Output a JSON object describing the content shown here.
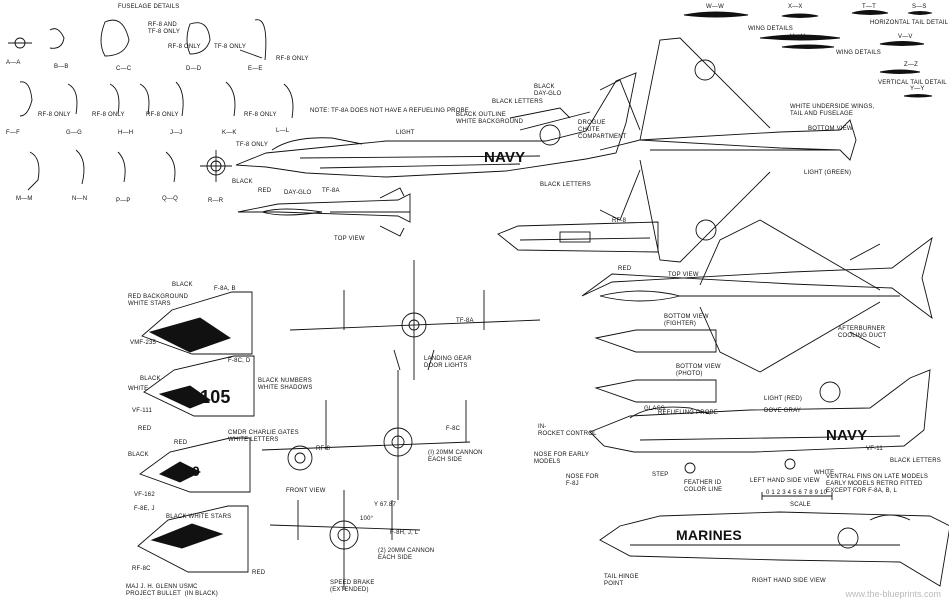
{
  "labels": {
    "fuselage_details": "FUSELAGE DETAILS",
    "sec_aa": "A—A",
    "sec_bb": "B—B",
    "sec_cc": "C—C",
    "sec_dd": "D—D",
    "sec_ee": "E—E",
    "sec_ff": "F—F",
    "sec_gg": "G—G",
    "sec_hh": "H—H",
    "sec_jj": "J—J",
    "sec_kk": "K—K",
    "sec_ll": "L—L",
    "sec_mm": "M—M",
    "sec_nn": "N—N",
    "sec_pp": "P—P",
    "sec_qq": "Q—Q",
    "sec_rr": "R—R",
    "rf8_and_tf8": "RF-8 AND\nTF-8 ONLY",
    "tf8_only": "TF-8 ONLY",
    "rf8_only": "RF-8 ONLY",
    "rf8_only_2": "RF-8 ONLY",
    "rf8_only_3": "RF-8 ONLY",
    "rf8_only_4": "RF-8 ONLY",
    "rf8_only_5": "RF-8 ONLY",
    "rf8_only_6": "RF-8 ONLY",
    "tf8_only_2": "TF-8 ONLY",
    "ww": "W—W",
    "xx": "X—X",
    "tt": "T—T",
    "ss": "S—S",
    "uu": "U—U",
    "vv": "V—V",
    "zz": "Z—Z",
    "yy": "Y—Y",
    "horizontal_tail_detail": "HORIZONTAL TAIL DETAIL",
    "wing_details": "WING DETAILS",
    "wing_details_2": "WING DETAILS",
    "vertical_tail_detail": "VERTICAL TAIL DETAIL",
    "note": "NOTE:  TF-8A DOES NOT HAVE A REFUELING PROBE",
    "black_dayglo": "BLACK\nDAY-GLO",
    "black_letters": "BLACK LETTERS",
    "black_outline": "BLACK OUTLINE\nWHITE BACKGROUND",
    "drogue_chute": "DROGUE\nCHUTE\nCOMPARTMENT",
    "light": "LIGHT",
    "black": "BLACK",
    "red": "RED",
    "dayglo": "DAY-GLO",
    "tf8a": "TF-8A",
    "black_letters_2": "BLACK LETTERS",
    "top_view": "TOP VIEW",
    "white_underside": "WHITE UNDERSIDE WINGS,\nTAIL AND FUSELAGE",
    "bottom_view": "BOTTOM VIEW",
    "light_green": "LIGHT (GREEN)",
    "rf8": "RF-8",
    "red_2": "RED",
    "top_view_2": "TOP VIEW",
    "bottom_view_fighter": "BOTTOM VIEW\n(FIGHTER)",
    "bottom_view_photo": "BOTTOM VIEW\n(PHOTO)",
    "afterburner": "AFTERBURNER\nCOOLING DUCT",
    "light_red": "LIGHT (RED)",
    "dove_gray": "DOVE GRAY",
    "glass": "GLASS",
    "refueling_probe": "REFUELING PROBE",
    "inflight": "IN-\nROCKET CONTROL",
    "nose_early": "NOSE FOR EARLY\nMODELS",
    "nose_f8j": "NOSE FOR\nF-8J",
    "step": "STEP",
    "feather": "FEATHER ID\nCOLOR LINE",
    "white": "WHITE",
    "left_side": "LEFT HAND SIDE VIEW",
    "ventral": "VENTRAL FINS ON LATE MODELS\nEARLY MODELS RETRO FITTED\nEXCEPT FOR F-8A, B, L",
    "black_letters_3": "BLACK LETTERS",
    "scale": "SCALE",
    "scale_ticks": "0 1 2 3 4 5 6 7 8 9 10",
    "right_side": "RIGHT HAND SIDE VIEW",
    "tail_hinge": "TAIL HINGE\nPOINT",
    "red_bg": "RED BACKGROUND\nWHITE STARS",
    "black_2": "BLACK",
    "f8ab": "F-8A, B",
    "vmf235": "VMF-235",
    "f8cd": "F-8C, D",
    "black_3": "BLACK",
    "white_2": "WHITE",
    "black_numbers": "BLACK NUMBERS\nWHITE SHADOWS",
    "vf111": "VF-111",
    "red_3": "RED",
    "cmdr": "CMDR CHARLIE GATES\nWHITE LETTERS",
    "red_4": "RED",
    "black_4": "BLACK",
    "vf162": "VF-162",
    "f8e_j": "F-8E, J",
    "black_white_stars": "BLACK WHITE STARS",
    "rf8c": "RF-8C",
    "red_5": "RED",
    "glenn": "MAJ J. H. GLENN USMC\nPROJECT BULLET  (IN BLACK)",
    "tf8a_2": "TF-8A",
    "landing_gear": "LANDING GEAR\nDOOR LIGHTS",
    "rf8_2": "RF-8",
    "f8c": "F-8C",
    "front_view": "FRONT VIEW",
    "cannon": "(I) 20MM CANNON\nEACH SIDE",
    "f8h": "F-8H, J, L",
    "cannon2": "(2) 20MM CANNON\nEACH SIDE",
    "speed_brake": "SPEED BRAKE\n(EXTENDED)",
    "angle_a": "Y 67.87",
    "angle_b": "100°",
    "navy_1": "NAVY",
    "navy_2": "NAVY",
    "vf_code": "VF-11",
    "marines": "MARINES",
    "num_105": "105",
    "num_100": "100",
    "watermark": "www.the-blueprints.com"
  }
}
